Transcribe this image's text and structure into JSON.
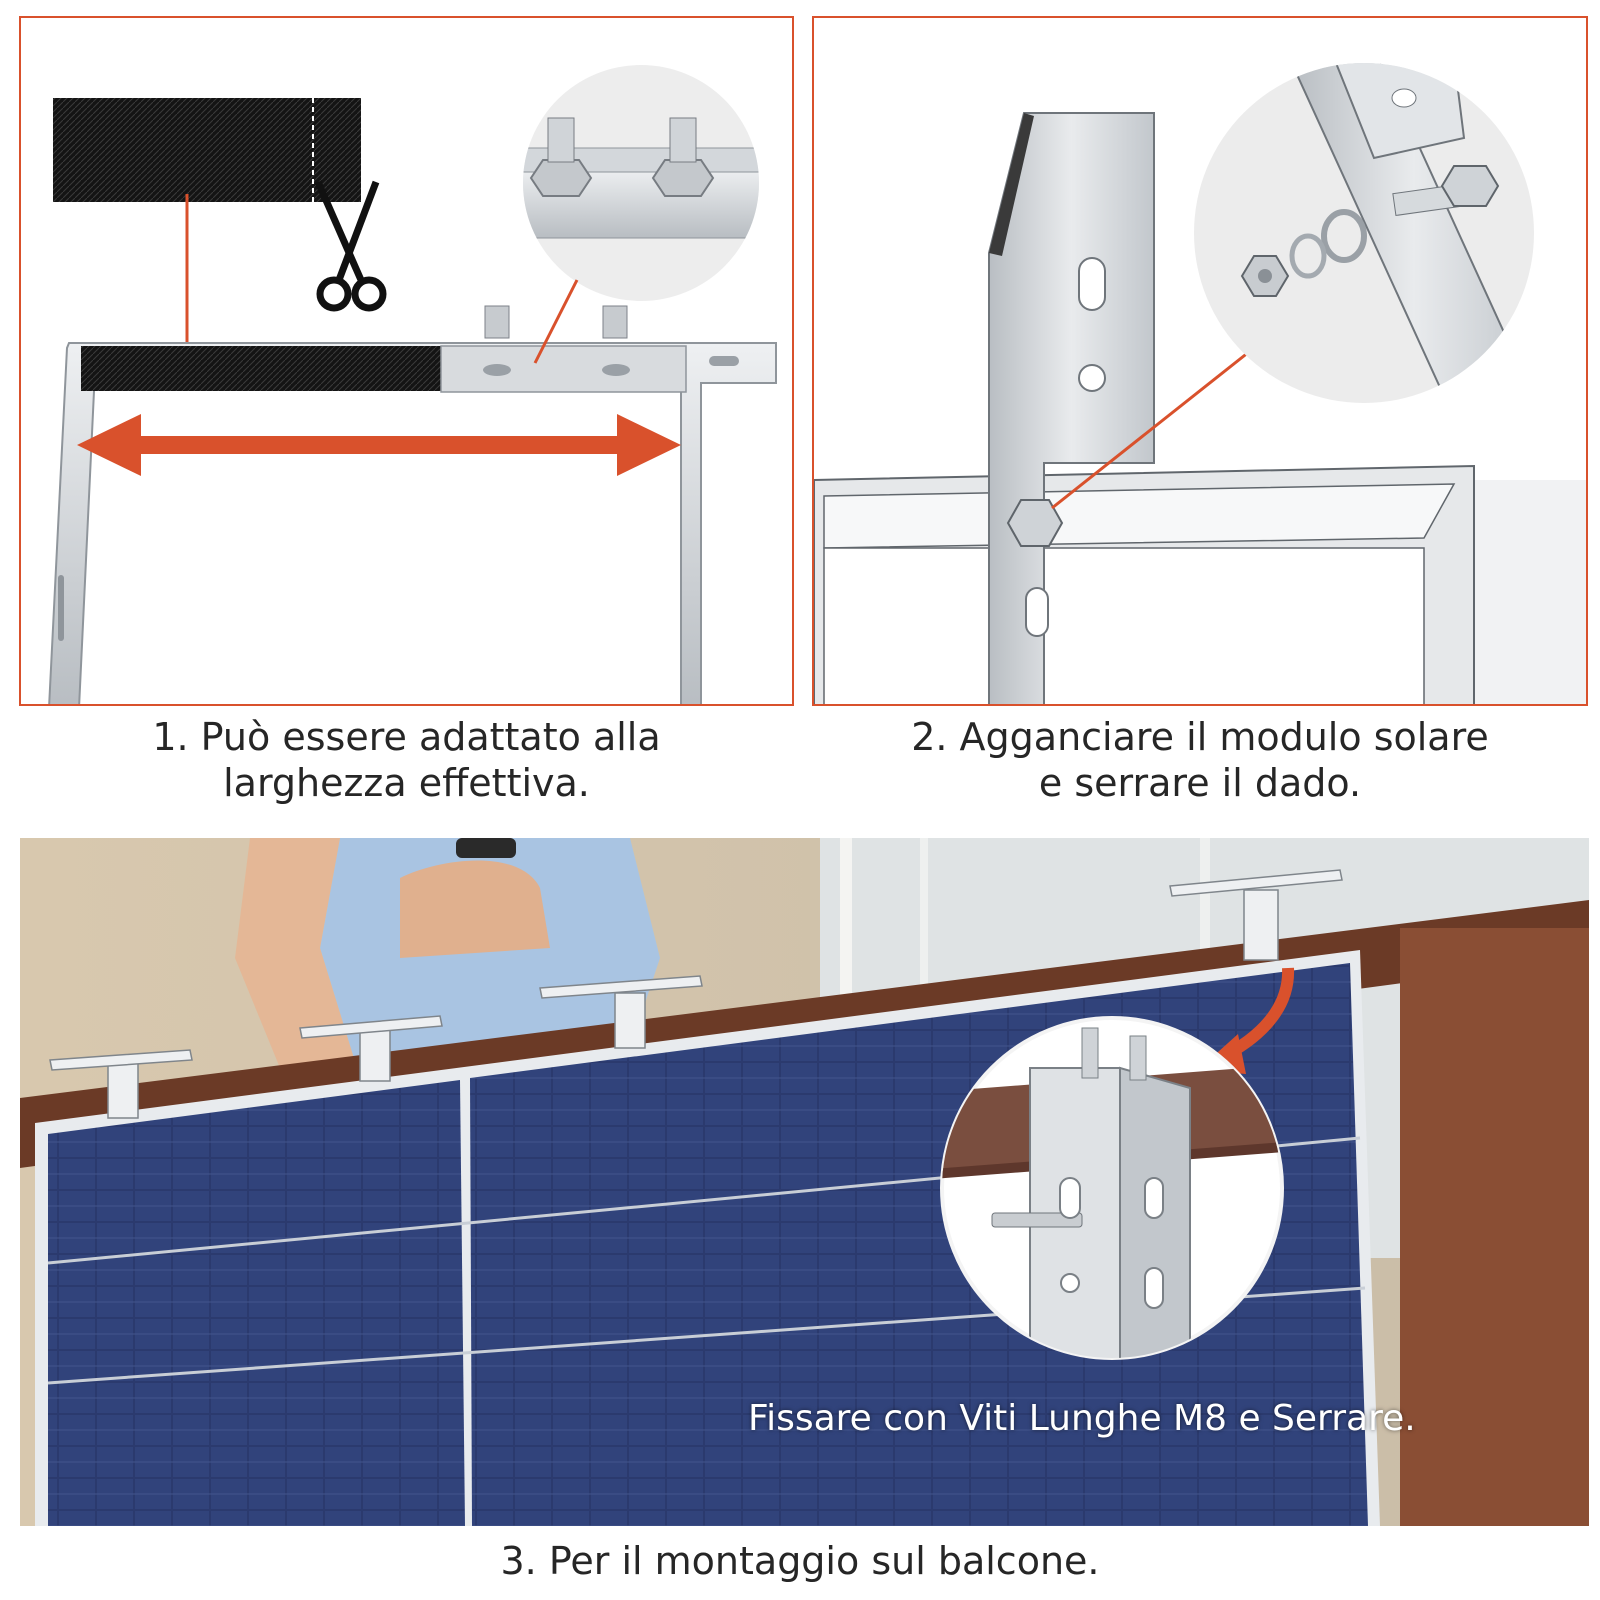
{
  "steps": [
    {
      "label_line1": "1. Può essere adattato alla",
      "label_line2": "larghezza effettiva."
    },
    {
      "label_line1": "2. Agganciare il modulo solare",
      "label_line2": "e serrare il dado."
    },
    {
      "label_line1": "3. Per il montaggio sul balcone."
    }
  ],
  "photo": {
    "overlay_text": "Fissare con Viti Lunghe M8 e Serrare."
  },
  "colors": {
    "accent": "#d9512c",
    "frame_border": "#d9512c",
    "panel_blue": "#2b3a6e",
    "railing_brown": "#6b3a26",
    "metal": "#c9cdd1"
  },
  "icons": [
    "scissors-icon",
    "double-arrow-icon",
    "bolt-icon",
    "nut-icon",
    "washer-icon",
    "curved-arrow-icon"
  ]
}
